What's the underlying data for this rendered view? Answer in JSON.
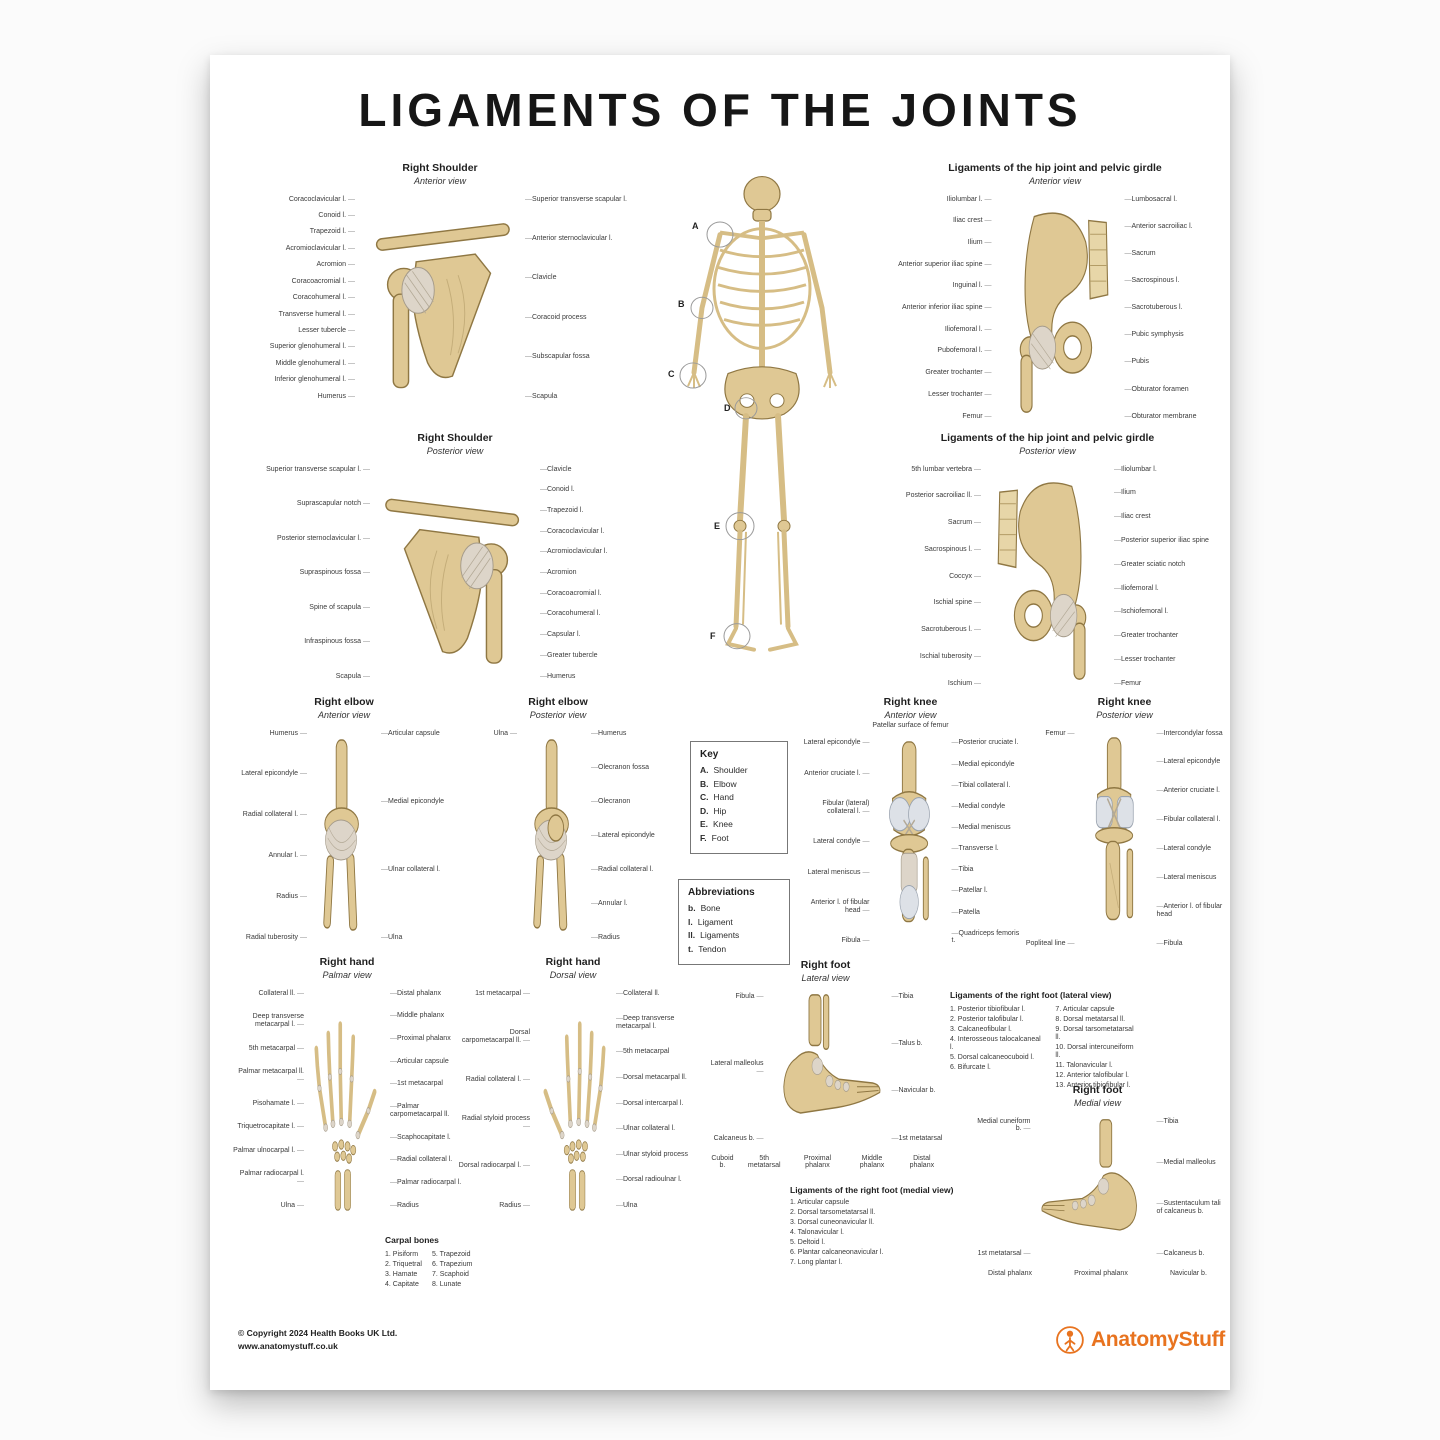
{
  "poster": {
    "title": "LIGAMENTS OF THE JOINTS",
    "brand_color": "#E8731F",
    "footer": {
      "copyright_line1": "© Copyright 2024 Health Books UK Ltd.",
      "copyright_line2": "www.anatomystuff.co.uk",
      "brand_name": "AnatomyStuff"
    }
  },
  "key_box": {
    "title": "Key",
    "items": [
      {
        "letter": "A.",
        "label": "Shoulder"
      },
      {
        "letter": "B.",
        "label": "Elbow"
      },
      {
        "letter": "C.",
        "label": "Hand"
      },
      {
        "letter": "D.",
        "label": "Hip"
      },
      {
        "letter": "E.",
        "label": "Knee"
      },
      {
        "letter": "F.",
        "label": "Foot"
      }
    ]
  },
  "abbreviations_box": {
    "title": "Abbreviations",
    "items": [
      {
        "abbr": "b.",
        "label": "Bone"
      },
      {
        "abbr": "l.",
        "label": "Ligament"
      },
      {
        "abbr": "ll.",
        "label": "Ligaments"
      },
      {
        "abbr": "t.",
        "label": "Tendon"
      }
    ]
  },
  "figures": {
    "skeleton": {
      "markers": [
        "A",
        "B",
        "C",
        "D",
        "E",
        "F"
      ]
    },
    "shoulder_anterior": {
      "title": "Right Shoulder",
      "subtitle": "Anterior view",
      "labels_left": [
        "Coracoclavicular l.",
        "Conoid l.",
        "Trapezoid l.",
        "Acromioclavicular l.",
        "Acromion",
        "Coracoacromial l.",
        "Coracohumeral l.",
        "Transverse humeral l.",
        "Lesser tubercle",
        "Superior glenohumeral l.",
        "Middle glenohumeral l.",
        "Inferior glenohumeral l.",
        "Humerus"
      ],
      "labels_right": [
        "Superior transverse scapular l.",
        "Anterior sternoclavicular l.",
        "Clavicle",
        "Coracoid process",
        "Subscapular fossa",
        "Scapula"
      ]
    },
    "shoulder_posterior": {
      "title": "Right Shoulder",
      "subtitle": "Posterior view",
      "labels_left": [
        "Superior transverse scapular l.",
        "Suprascapular notch",
        "Posterior sternoclavicular l.",
        "Supraspinous fossa",
        "Spine of scapula",
        "Infraspinous fossa",
        "Scapula"
      ],
      "labels_right": [
        "Clavicle",
        "Conoid l.",
        "Trapezoid l.",
        "Coracoclavicular l.",
        "Acromioclavicular l.",
        "Acromion",
        "Coracoacromial l.",
        "Coracohumeral l.",
        "Capsular l.",
        "Greater tubercle",
        "Humerus"
      ]
    },
    "hip_anterior": {
      "title": "Ligaments of the hip joint and pelvic girdle",
      "subtitle": "Anterior view",
      "labels_left": [
        "Iliolumbar l.",
        "Iliac crest",
        "Ilium",
        "Anterior superior iliac spine",
        "Inguinal l.",
        "Anterior inferior iliac spine",
        "Iliofemoral l.",
        "Pubofemoral l.",
        "Greater trochanter",
        "Lesser trochanter",
        "Femur"
      ],
      "labels_right": [
        "Lumbosacral l.",
        "Anterior sacroiliac l.",
        "Sacrum",
        "Sacrospinous l.",
        "Sacrotuberous l.",
        "Pubic symphysis",
        "Pubis",
        "Obturator foramen",
        "Obturator membrane"
      ]
    },
    "hip_posterior": {
      "title": "Ligaments of the hip joint and pelvic girdle",
      "subtitle": "Posterior view",
      "labels_left": [
        "5th lumbar vertebra",
        "Posterior sacroiliac ll.",
        "Sacrum",
        "Sacrospinous l.",
        "Coccyx",
        "Ischial spine",
        "Sacrotuberous l.",
        "Ischial tuberosity",
        "Ischium"
      ],
      "labels_right": [
        "Iliolumbar l.",
        "Ilium",
        "Iliac crest",
        "Posterior superior iliac spine",
        "Greater sciatic notch",
        "Iliofemoral l.",
        "Ischiofemoral l.",
        "Greater trochanter",
        "Lesser trochanter",
        "Femur"
      ]
    },
    "elbow_anterior": {
      "title": "Right elbow",
      "subtitle": "Anterior view",
      "labels_left": [
        "Humerus",
        "Lateral epicondyle",
        "Radial collateral l.",
        "Annular l.",
        "Radius",
        "Radial tuberosity"
      ],
      "labels_right": [
        "Articular capsule",
        "Medial epicondyle",
        "Ulnar collateral l.",
        "Ulna"
      ]
    },
    "elbow_posterior": {
      "title": "Right elbow",
      "subtitle": "Posterior view",
      "labels_left": [
        "Ulna"
      ],
      "labels_right": [
        "Humerus",
        "Olecranon fossa",
        "Olecranon",
        "Lateral epicondyle",
        "Radial collateral l.",
        "Annular l.",
        "Radius"
      ]
    },
    "knee_anterior": {
      "title": "Right knee",
      "subtitle": "Anterior view",
      "label_top": "Patellar surface of femur",
      "labels_left": [
        "Lateral epicondyle",
        "Anterior cruciate l.",
        "Fibular (lateral) collateral l.",
        "Lateral condyle",
        "Lateral meniscus",
        "Anterior l. of fibular head",
        "Fibula"
      ],
      "labels_right": [
        "Posterior cruciate l.",
        "Medial epicondyle",
        "Tibial collateral l.",
        "Medial condyle",
        "Medial meniscus",
        "Transverse l.",
        "Tibia",
        "Patellar l.",
        "Patella",
        "Quadriceps femoris t."
      ]
    },
    "knee_posterior": {
      "title": "Right knee",
      "subtitle": "Posterior view",
      "labels_left": [
        "Femur",
        "Popliteal line"
      ],
      "labels_right": [
        "Intercondylar fossa",
        "Lateral epicondyle",
        "Anterior cruciate l.",
        "Fibular collateral l.",
        "Lateral condyle",
        "Lateral meniscus",
        "Anterior l. of fibular head",
        "Fibula"
      ]
    },
    "hand_palmar": {
      "title": "Right hand",
      "subtitle": "Palmar view",
      "labels_left": [
        "Collateral ll.",
        "Deep transverse metacarpal l.",
        "5th metacarpal",
        "Palmar metacarpal ll.",
        "Pisohamate l.",
        "Triquetrocapitate l.",
        "Palmar ulnocarpal l.",
        "Palmar radiocarpal l.",
        "Ulna"
      ],
      "labels_right": [
        "Distal phalanx",
        "Middle phalanx",
        "Proximal phalanx",
        "Articular capsule",
        "1st metacarpal",
        "Palmar carpometacarpal ll.",
        "Scaphocapitate l.",
        "Radial collateral l.",
        "Palmar radiocarpal l.",
        "Radius"
      ]
    },
    "hand_dorsal": {
      "title": "Right hand",
      "subtitle": "Dorsal view",
      "labels_left": [
        "1st metacarpal",
        "Dorsal carpometacarpal ll.",
        "Radial collateral l.",
        "Radial styloid process",
        "Dorsal radiocarpal l.",
        "Radius"
      ],
      "labels_right": [
        "Collateral ll.",
        "Deep transverse metacarpal l.",
        "5th metacarpal",
        "Dorsal metacarpal ll.",
        "Dorsal intercarpal l.",
        "Ulnar collateral l.",
        "Ulnar styloid process",
        "Dorsal radioulnar l.",
        "Ulna"
      ]
    },
    "foot_lateral": {
      "title": "Right foot",
      "subtitle": "Lateral view",
      "labels_left": [
        "Fibula",
        "Lateral malleolus",
        "Calcaneus b."
      ],
      "labels_right": [
        "Tibia",
        "Talus b.",
        "Navicular b.",
        "1st metatarsal"
      ],
      "labels_bottom": [
        "Cuboid b.",
        "5th metatarsal",
        "Proximal phalanx",
        "Middle phalanx",
        "Distal phalanx"
      ]
    },
    "foot_medial": {
      "title": "Right foot",
      "subtitle": "Medial view",
      "labels_left": [
        "Medial cuneiform b.",
        "1st metatarsal"
      ],
      "labels_right": [
        "Tibia",
        "Medial malleolus",
        "Sustentaculum tali of calcaneus b.",
        "Calcaneus b."
      ],
      "labels_bottom": [
        "Distal phalanx",
        "Proximal phalanx",
        "Navicular b."
      ]
    }
  },
  "lists": {
    "foot_lateral_ligaments": {
      "title": "Ligaments of the right foot (lateral view)",
      "col1": [
        "1. Posterior tibiofibular l.",
        "2. Posterior talofibular l.",
        "3. Calcaneofibular l.",
        "4. Interosseous talocalcaneal l.",
        "5. Dorsal calcaneocuboid l.",
        "6. Bifurcate l."
      ],
      "col2": [
        "7. Articular capsule",
        "8. Dorsal metatarsal ll.",
        "9. Dorsal tarsometatarsal ll.",
        "10. Dorsal intercuneiform ll.",
        "11. Talonavicular l.",
        "12. Anterior talofibular l.",
        "13. Anterior tibiofibular l."
      ]
    },
    "foot_medial_ligaments": {
      "title": "Ligaments of the right foot (medial view)",
      "items": [
        "1. Articular capsule",
        "2. Dorsal tarsometatarsal ll.",
        "3. Dorsal cuneonavicular ll.",
        "4. Talonavicular l.",
        "5. Deltoid l.",
        "6. Plantar calcaneonavicular l.",
        "7. Long plantar l."
      ]
    },
    "carpal_bones": {
      "title": "Carpal bones",
      "col1": [
        "1. Pisiform",
        "2. Triquetral",
        "3. Hamate",
        "4. Capitate"
      ],
      "col2": [
        "5. Trapezoid",
        "6. Trapezium",
        "7. Scaphoid",
        "8. Lunate"
      ]
    }
  }
}
